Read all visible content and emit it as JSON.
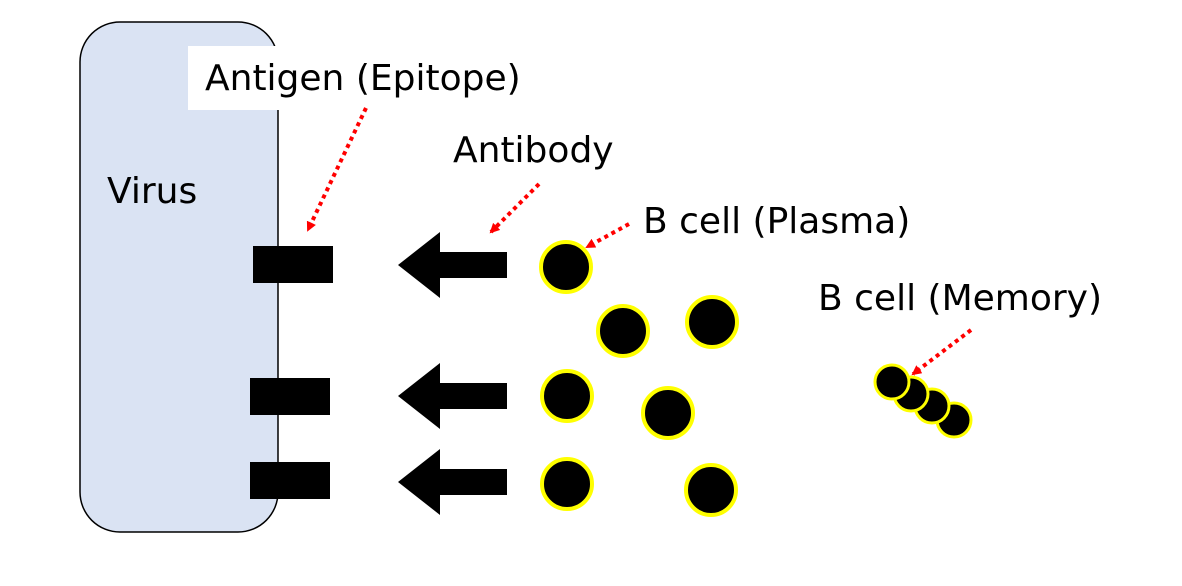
{
  "labels": {
    "virus": "Virus",
    "antigen": "Antigen (Epitope)",
    "antibody": "Antibody",
    "plasma": "B cell (Plasma)",
    "memory": "B cell (Memory)"
  },
  "colors": {
    "virus_fill": "#dae3f3",
    "virus_stroke": "#000000",
    "cell_fill": "#000000",
    "cell_ring": "#ffff00",
    "pointer_arrow": "#ff0000",
    "antibody_arrow": "#000000"
  },
  "icons": {
    "epitope": "black-rectangle",
    "antibody": "left-arrow",
    "cell": "yellow-ringed-black-circle",
    "pointer": "red-dotted-arrow"
  }
}
